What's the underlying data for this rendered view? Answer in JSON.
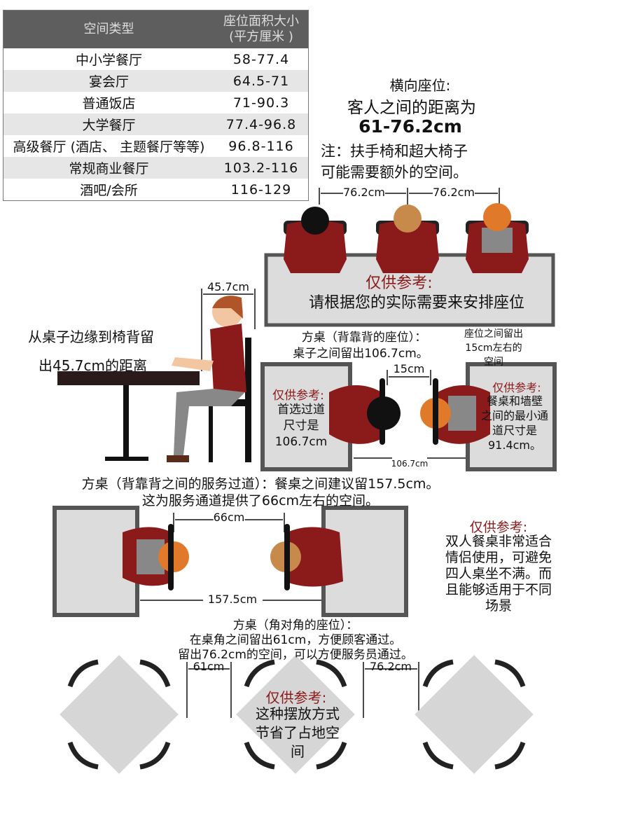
{
  "table": {
    "headers": [
      "空间类型",
      "座位面积大小\n(平方厘米 )"
    ],
    "header_line1": "座位面积大小",
    "header_line2": "(平方厘米 )",
    "rows": [
      {
        "type": "中小学餐厅",
        "area": "58-77.4"
      },
      {
        "type": "宴会厅",
        "area": "64.5-71"
      },
      {
        "type": "普通饭店",
        "area": "71-90.3"
      },
      {
        "type": "大学餐厅",
        "area": "77.4-96.8"
      },
      {
        "type": "高级餐厅 (酒店、 主题餐厅等等)",
        "area": "96.8-116"
      },
      {
        "type": "常规商业餐厅",
        "area": "103.2-116"
      },
      {
        "type": "酒吧/会所",
        "area": "116-129"
      }
    ]
  },
  "lateral": {
    "title": "横向座位:",
    "line1": "客人之间的距离为",
    "distance": "61-76.2cm",
    "note1": "注：扶手椅和超大椅子",
    "note2": "可能需要额外的空间。",
    "dim1": "76.2cm",
    "dim2": "76.2cm",
    "ref_label": "仅供参考:",
    "ref_text": "请根据您的实际需要来安排座位"
  },
  "side": {
    "dim": "45.7cm",
    "line1": "从桌子边缘到椅背留",
    "line2": "出45.7cm的距离"
  },
  "back_to_back": {
    "title1": "方桌（背靠背的座位）：",
    "title2": "桌子之间留出106.7cm。",
    "gap_note1": "座位之间留出",
    "gap_note2": "15cm左右的",
    "gap_note3": "空间",
    "gap_dim": "15cm",
    "table_dim": "106.7cm",
    "left_ref": "仅供参考:",
    "left_lines": [
      "首选过道",
      "尺寸是",
      "106.7cm"
    ],
    "right_ref": "仅供参考:",
    "right_lines": [
      "餐桌和墙壁",
      "之间的最小通",
      "道尺寸是",
      "91.4cm。"
    ]
  },
  "service": {
    "line1": "方桌（背靠背之间的服务过道）：餐桌之间建议留157.5cm。",
    "line2": "这为服务通道提供了66cm左右的空间。",
    "dim_chairs": "66cm",
    "dim_tables": "157.5cm",
    "ref": "仅供参考:",
    "ref_lines": [
      "双人餐桌非常适合",
      "情侣使用，可避免",
      "四人桌坐不满。而",
      "且能够适用于不同",
      "场景"
    ]
  },
  "diagonal": {
    "line1": "方桌（角对角的座位）：",
    "line2": "在桌角之间留出61cm，方便顾客通过。",
    "line3": "留出76.2cm的空间，可以方便服务员通过。",
    "dim1": "61cm",
    "dim2": "76.2cm",
    "ref": "仅供参考:",
    "ref_lines": [
      "这种摆放方式",
      "节省了占地空",
      "间"
    ]
  },
  "colors": {
    "accent_red": "#8b1a1a",
    "shirt": "#8b1a1a",
    "table_fill": "#dcdcdc",
    "table_border": "#555555",
    "header": "#5e5e5e"
  }
}
